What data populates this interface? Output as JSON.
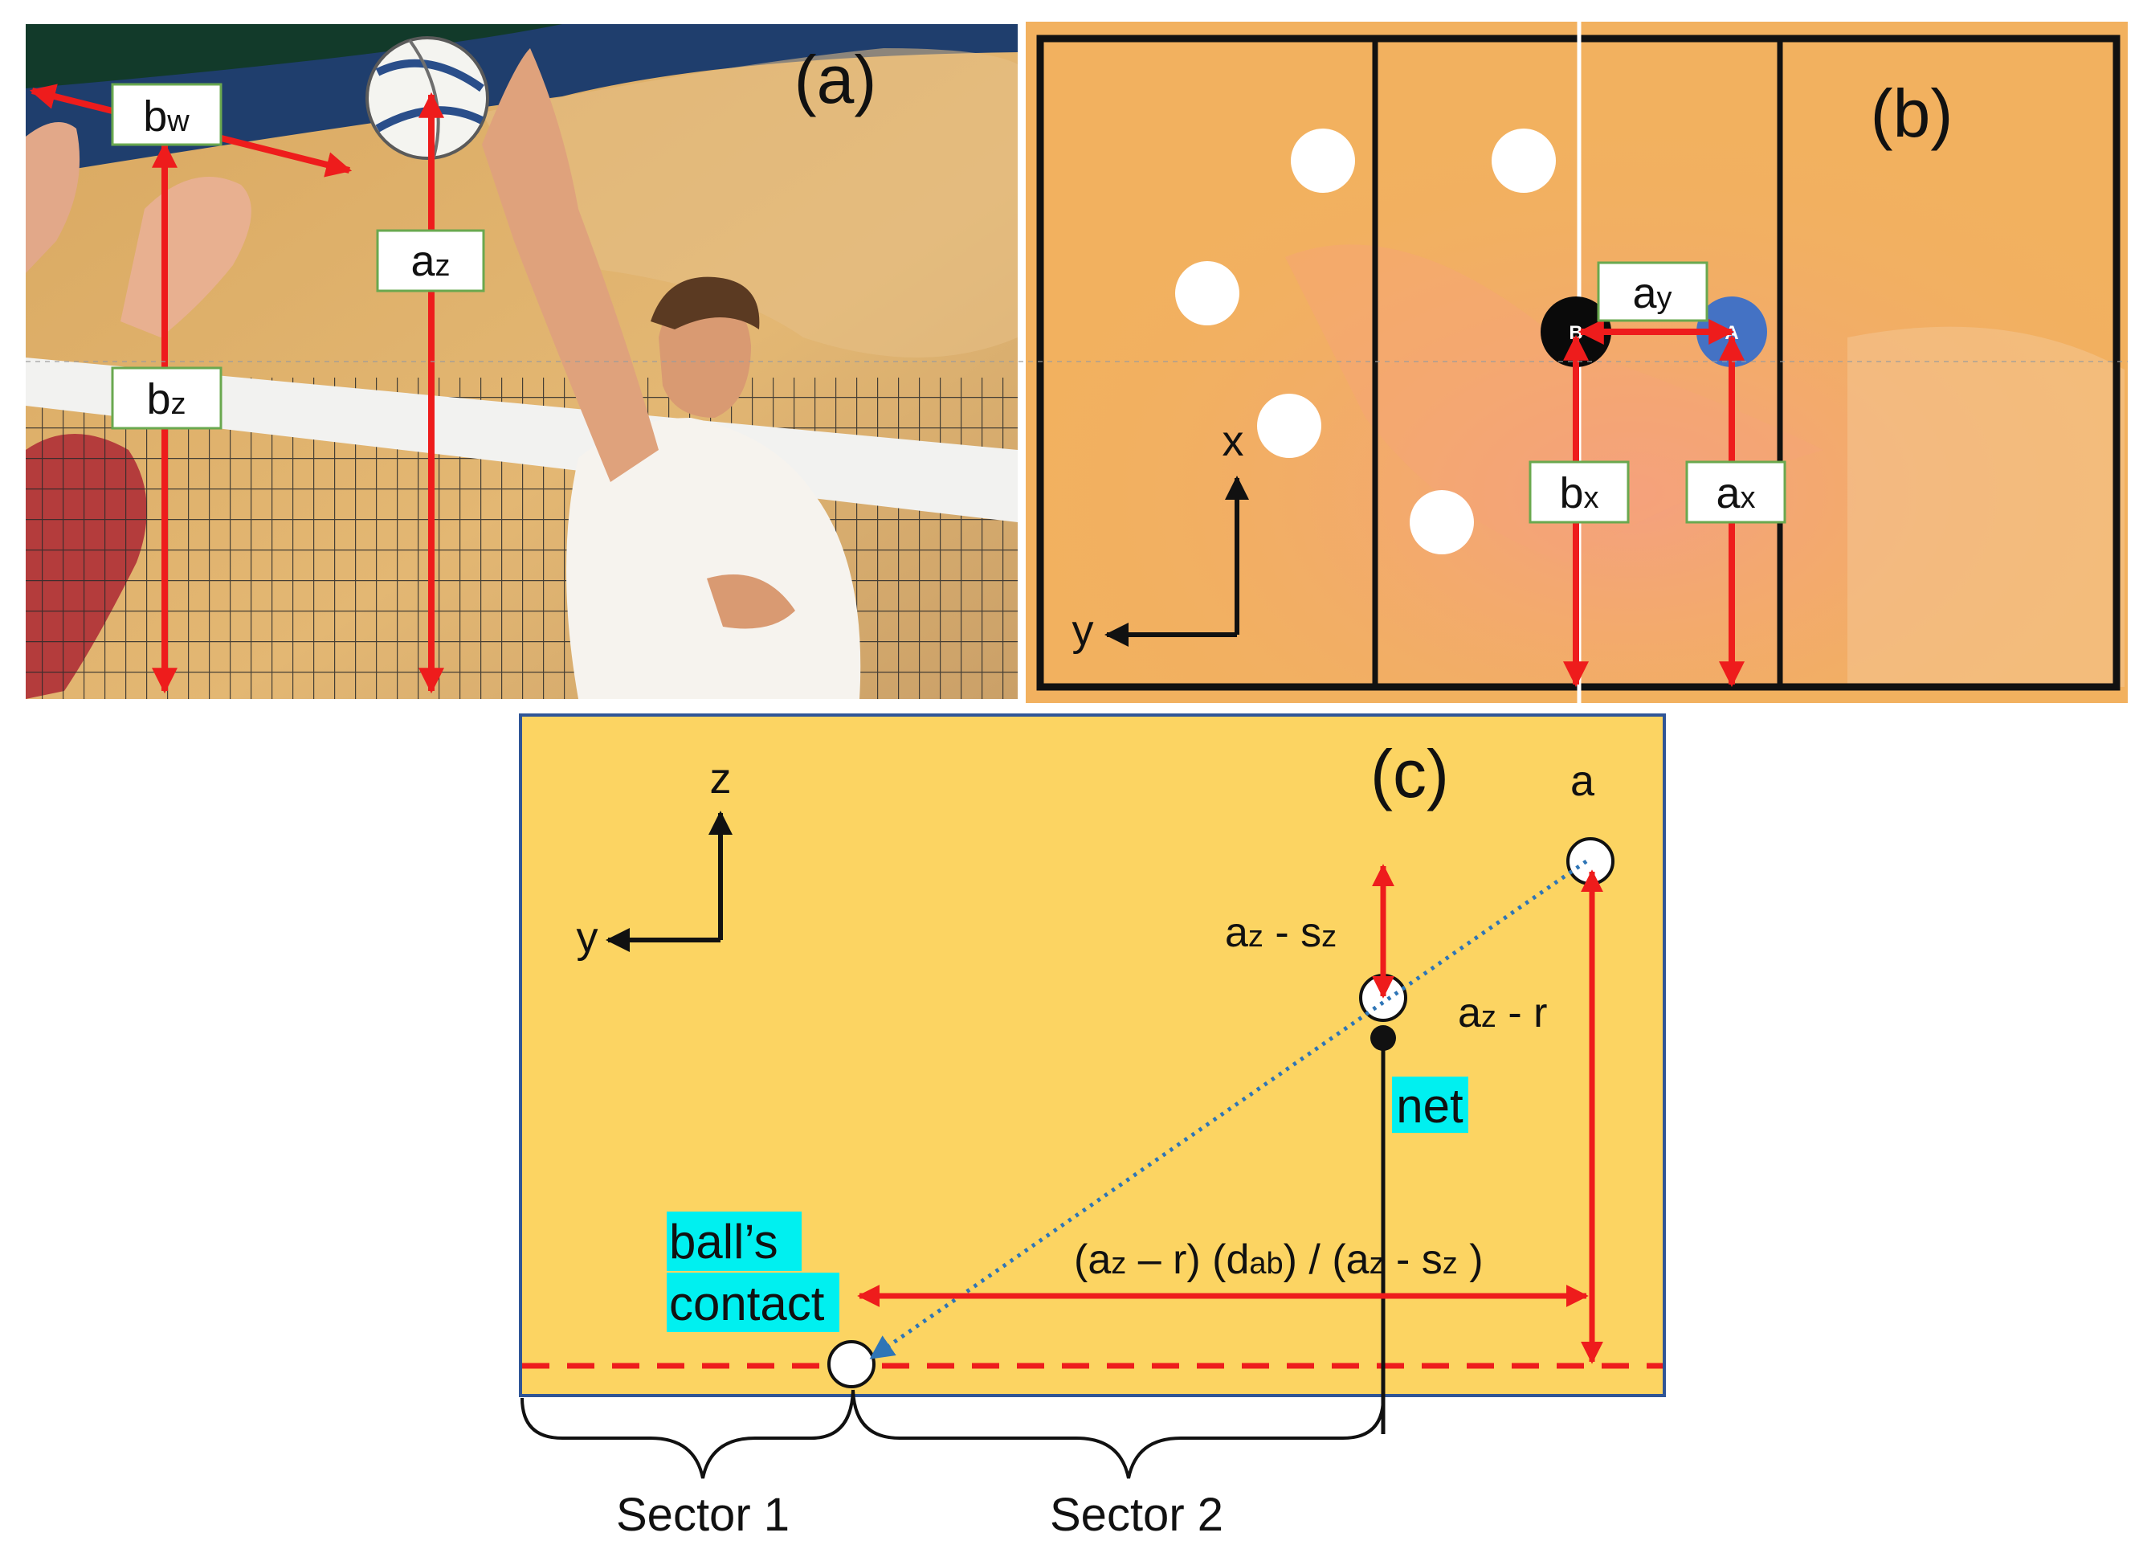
{
  "panels": {
    "a": {
      "tag": "(a)",
      "labels": {
        "bw_main": "b",
        "bw_sub": "w",
        "bz_main": "b",
        "bz_sub": "z",
        "az_main": "a",
        "az_sub": "z"
      }
    },
    "b": {
      "tag": "(b)",
      "axis_x": "x",
      "axis_y": "y",
      "player_b": "B",
      "player_a": "A",
      "labels": {
        "ay_main": "a",
        "ay_sub": "y",
        "bx_main": "b",
        "bx_sub": "x",
        "ax_main": "a",
        "ax_sub": "x"
      }
    },
    "c": {
      "tag": "(c)",
      "axis_z": "z",
      "axis_y": "y",
      "point_a": "a",
      "az_sz": {
        "a": "a",
        "z1": "z",
        "mid": " - s",
        "z2": "z"
      },
      "az_r": {
        "a": "a",
        "z": "z",
        "rest": " - r"
      },
      "net": "net",
      "contact_line1": "ball’s",
      "contact_line2": "contact",
      "formula": {
        "p1": "(a",
        "s1": "z",
        "p2": " – r) (d",
        "s2": "ab",
        "p3": ") / (a",
        "s3": "z",
        "p4": " - s",
        "s4": "z",
        "p5": " )"
      },
      "sector1": "Sector 1",
      "sector2": "Sector 2"
    }
  },
  "colors": {
    "arrow_red": "#ee1c1c",
    "label_border": "#6aa84f",
    "court_orange": "#f2b15f",
    "panel_c_fill": "#fcd462",
    "panel_c_border": "#2f5597",
    "highlight_cyan": "#00f0f0",
    "trajectory_blue": "#2e75b6",
    "player_a_blue": "#4472c4"
  }
}
